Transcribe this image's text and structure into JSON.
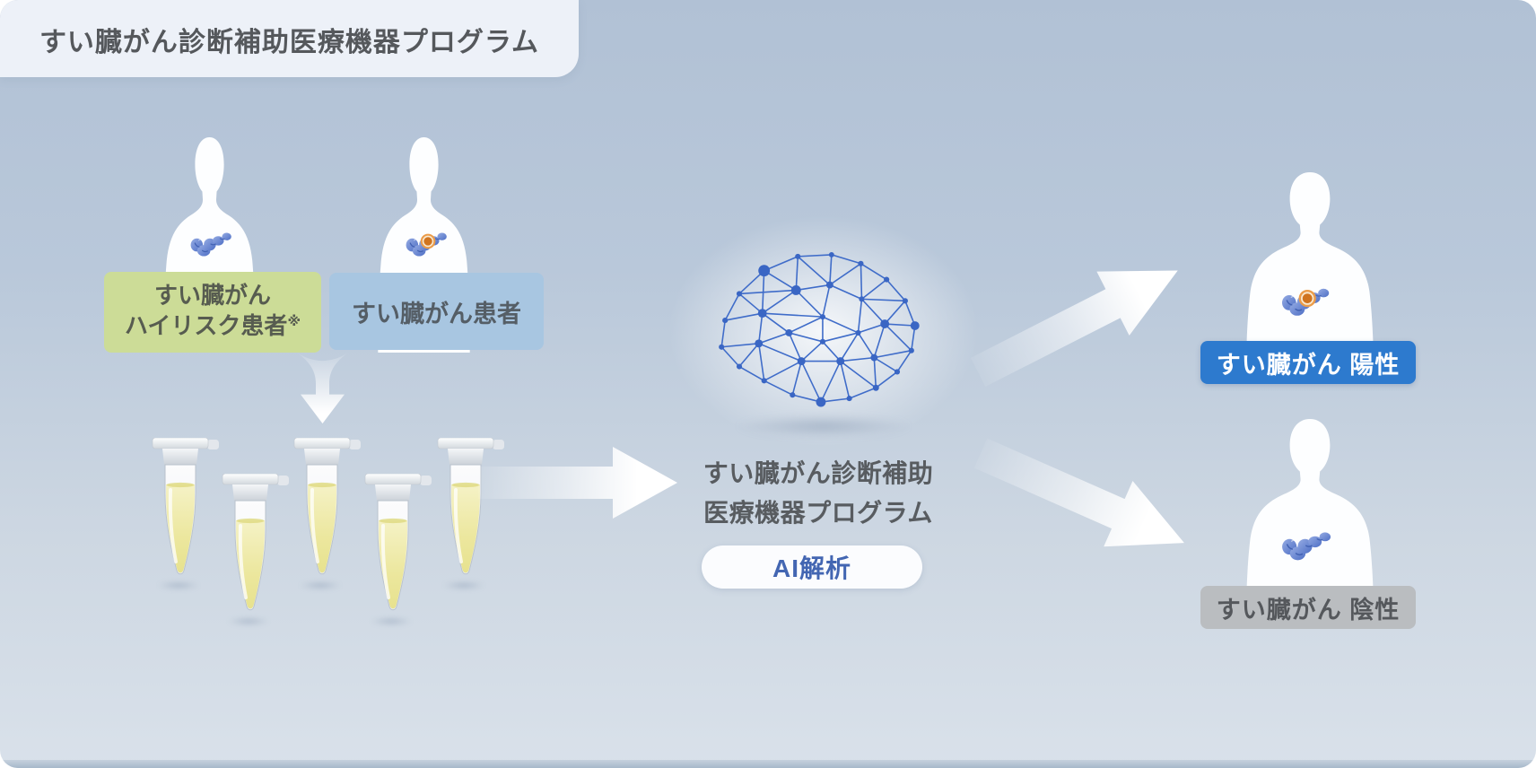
{
  "header": {
    "title": "すい臓がん診断補助医療機器プログラム"
  },
  "patients": {
    "high_risk": {
      "line1": "すい臓がん",
      "line2": "ハイリスク患者",
      "note_mark": "※",
      "bg_color": "#ccdc97"
    },
    "cancer": {
      "label": "すい臓がん患者",
      "bg_color": "#a8c6e1"
    }
  },
  "samples": {
    "tube_count": 5
  },
  "program": {
    "line1": "すい臓がん診断補助",
    "line2": "医療機器プログラム",
    "badge": "AI解析",
    "badge_text_color": "#4366b2"
  },
  "results": {
    "positive": {
      "label": "すい臓がん 陽性",
      "bg_color": "#2d7ace",
      "text_color": "#ffffff"
    },
    "negative": {
      "label": "すい臓がん 陰性",
      "bg_color": "#babdc0",
      "text_color": "#55585c"
    }
  },
  "colors": {
    "background_top": "#b1c1d5",
    "background_bottom": "#d9e1ea",
    "banner_bg": "#edf1f8",
    "text_dark": "#55585c",
    "network_blue": "#3f6cc9",
    "liquid_yellow": "#ece79e"
  },
  "icons": [
    "person-icon",
    "pancreas-icon",
    "pancreas-tumor-icon",
    "test-tube-icon",
    "brain-network-icon",
    "down-arrow-icon",
    "right-arrow-icon",
    "up-right-arrow-icon",
    "down-right-arrow-icon"
  ]
}
